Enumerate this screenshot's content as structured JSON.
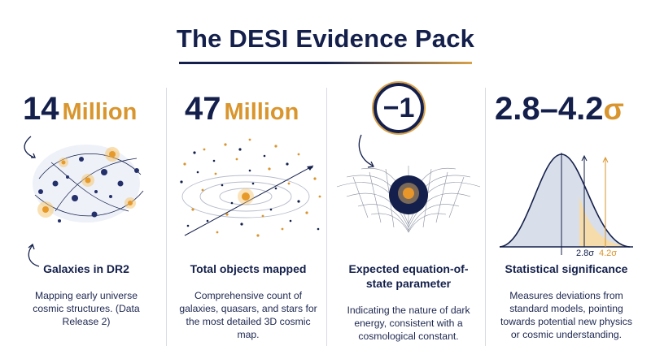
{
  "title": "The DESI Evidence Pack",
  "columns": [
    {
      "stat_number": "14",
      "stat_unit": "Million",
      "heading": "Galaxies in DR2",
      "description": "Mapping early universe cosmic structures. (Data Release 2)",
      "icon": "galaxy-cluster-icon"
    },
    {
      "stat_number": "47",
      "stat_unit": "Million",
      "heading": "Total objects mapped",
      "description": "Comprehensive count of galaxies, quasars, and stars for the most detailed 3D cosmic map.",
      "icon": "star-field-icon"
    },
    {
      "stat_number": "−1",
      "heading": "Expected equation-of-state parameter",
      "description": "Indicating the nature of dark energy, consistent with a cosmological constant.",
      "icon": "spacetime-well-icon"
    },
    {
      "stat_number": "2.8–4.2",
      "stat_unit": "σ",
      "heading": "Statistical significance",
      "description": "Measures deviations from standard models, pointing towards potential new physics or cosmic understanding.",
      "icon": "bell-curve-icon",
      "markers": [
        "2.8σ",
        "4.2σ"
      ]
    }
  ],
  "colors": {
    "navy": "#14204b",
    "gold": "#d9952e",
    "divider": "#d8dbe2"
  }
}
